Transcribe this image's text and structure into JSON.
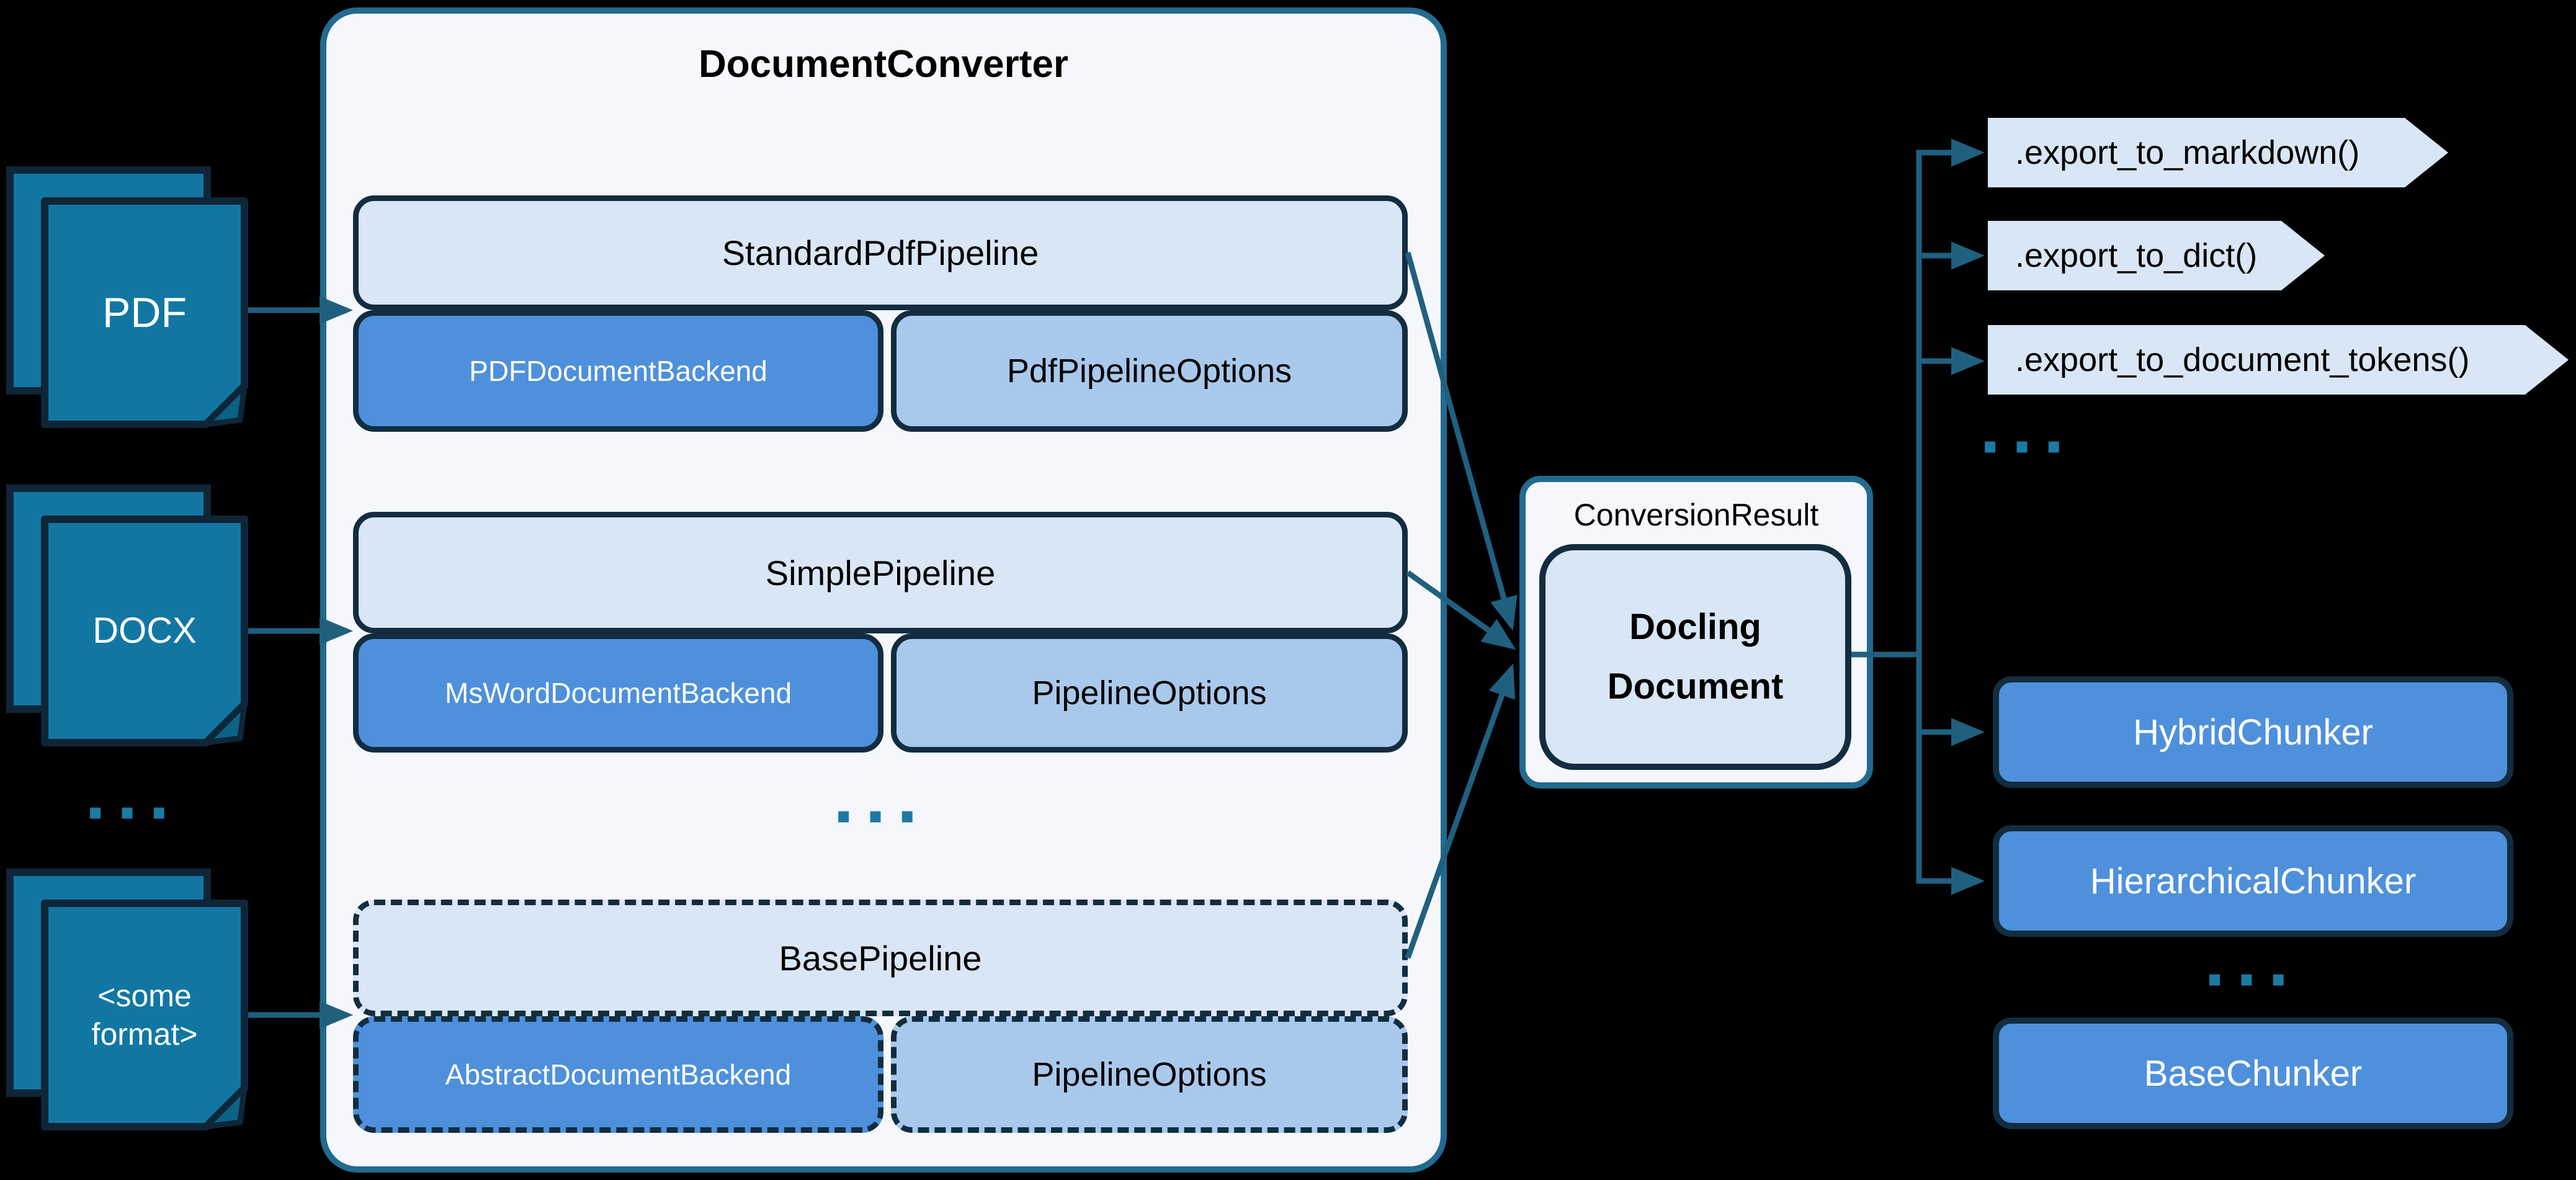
{
  "background": "#000000",
  "palette": {
    "document_fill": "#1177A2",
    "document_border": "#0E2638",
    "document_fold": "#0B6287",
    "container_fill": "#F5F7FC",
    "container_border": "#226A8F",
    "box_border": "#132C3F",
    "pipeline_fill": "#D9E6F5",
    "backend_fill": "#4E90DC",
    "options_fill": "#A9C9EC",
    "tag_fill": "#D8E6F5",
    "chunker_fill": "#4E90DC",
    "connector": "#20607F",
    "dots": "#1B7AA4"
  },
  "inputs": {
    "stacks": [
      {
        "label": "PDF"
      },
      {
        "label": "DOCX"
      },
      {
        "label": "<some\nformat>"
      }
    ],
    "ellipsis": "..."
  },
  "converter": {
    "title": "DocumentConverter",
    "ellipsis": "...",
    "pipelines": [
      {
        "name": "StandardPdfPipeline",
        "backend": "PDFDocumentBackend",
        "options": "PdfPipelineOptions",
        "abstract": false
      },
      {
        "name": "SimplePipeline",
        "backend": "MsWordDocumentBackend",
        "options": "PipelineOptions",
        "abstract": false
      },
      {
        "name": "BasePipeline",
        "backend": "AbstractDocumentBackend",
        "options": "PipelineOptions",
        "abstract": true
      }
    ]
  },
  "result": {
    "label": "ConversionResult",
    "document": "Docling\nDocument"
  },
  "exports": {
    "methods": [
      ".export_to_markdown()",
      ".export_to_dict()",
      ".export_to_document_tokens()"
    ],
    "ellipsis": "..."
  },
  "chunkers": {
    "items": [
      "HybridChunker",
      "HierarchicalChunker",
      "BaseChunker"
    ],
    "ellipsis": "..."
  }
}
